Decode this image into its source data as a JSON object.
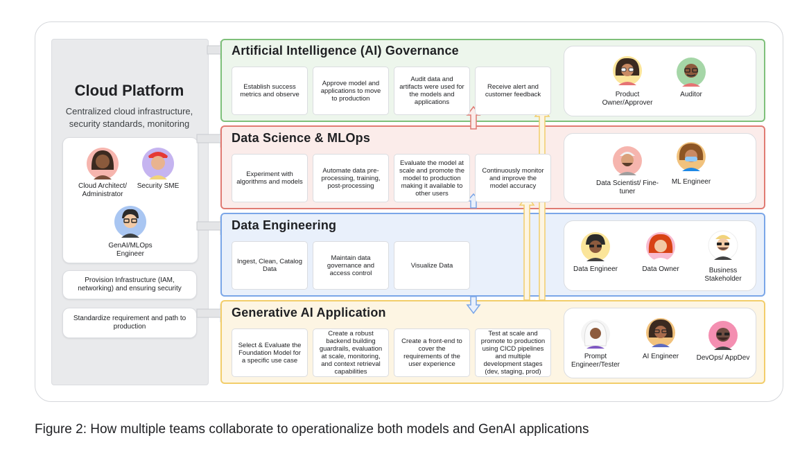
{
  "caption": "Figure 2: How multiple teams collaborate to operationalize both models and GenAI applications",
  "cloud": {
    "title": "Cloud Platform",
    "subtitle": "Centralized cloud infrastructure, security standards, monitoring",
    "people": [
      {
        "label": "Cloud Architect/ Administrator"
      },
      {
        "label": "Security SME"
      },
      {
        "label": "GenAI/MLOps Engineer"
      }
    ],
    "provision": "Provision Infrastructure (IAM, networking) and ensuring security",
    "standardize": "Standardize requirement and path to production"
  },
  "bands": [
    {
      "title": "Artificial Intelligence (AI) Governance",
      "tasks": [
        "Establish success metrics and observe",
        "Approve model and applications to move to production",
        "Audit data and artifacts were used for the models and applications",
        "Receive alert and customer feedback"
      ],
      "roles": [
        "Product Owner/Approver",
        "Auditor"
      ]
    },
    {
      "title": "Data Science & MLOps",
      "tasks": [
        "Experiment with algorithms and models",
        "Automate data pre-processing, training, post-processing",
        "Evaluate the model at scale and promote the model to production making it available to other users",
        "Continuously monitor and improve the model accuracy"
      ],
      "roles": [
        "Data Scientist/ Fine-tuner",
        "ML Engineer"
      ]
    },
    {
      "title": "Data Engineering",
      "tasks": [
        "Ingest, Clean, Catalog Data",
        "Maintain data governance and access control",
        "Visualize Data"
      ],
      "roles": [
        "Data Engineer",
        "Data Owner",
        "Business Stakeholder"
      ]
    },
    {
      "title": "Generative AI Application",
      "tasks": [
        "Select & Evaluate the Foundation Model for a specific use case",
        "Create a robust backend building guardrails, evaluation at scale, monitoring, and context retrieval capabilities",
        "Create a front-end to cover the requirements of the user experience",
        "Test at scale and promote to production using CICD pipelines and multiple development stages (dev, staging, prod)"
      ],
      "roles": [
        "Prompt Engineer/Tester",
        "AI Engineer",
        "DevOps/ AppDev"
      ]
    }
  ],
  "colors": {
    "governance": "#7ec07a",
    "datascience": "#e07a72",
    "dataengineering": "#7aa6e8",
    "genai": "#f2cd6a"
  }
}
